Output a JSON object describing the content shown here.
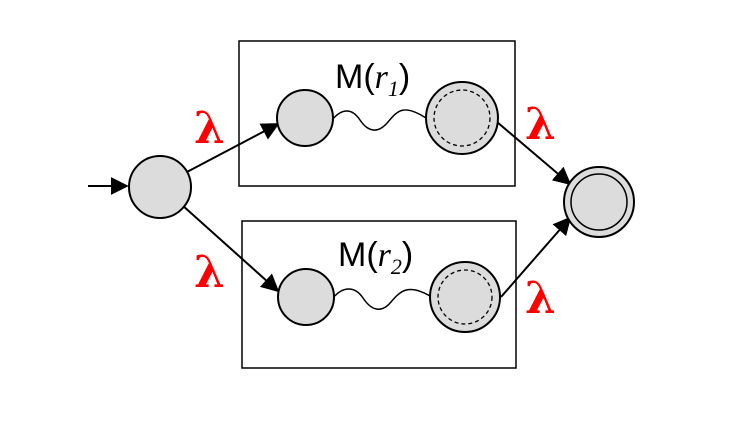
{
  "colors": {
    "lambda": "#ff0000",
    "state_fill": "#dcdcdc",
    "stroke": "#000000",
    "background": "#ffffff"
  },
  "machine_top": {
    "prefix": "M(",
    "var": "r",
    "sub": "1",
    "suffix": ")"
  },
  "machine_bottom": {
    "prefix": "M(",
    "var": "r",
    "sub": "2",
    "suffix": ")"
  },
  "lambda_labels": {
    "upper_left": "λ",
    "lower_left": "λ",
    "upper_right": "λ",
    "lower_right": "λ"
  }
}
